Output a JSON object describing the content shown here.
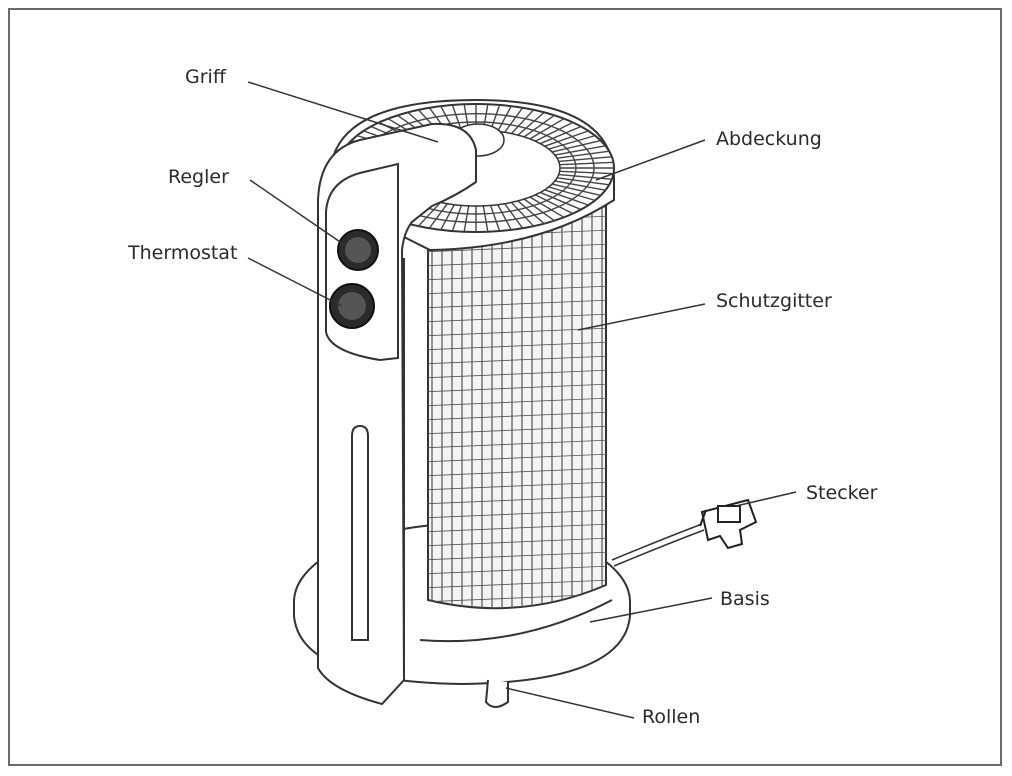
{
  "diagram": {
    "labels": {
      "griff": "Griff",
      "regler": "Regler",
      "thermostat": "Thermostat",
      "abdeckung": "Abdeckung",
      "schutzgitter": "Schutzgitter",
      "stecker": "Stecker",
      "basis": "Basis",
      "rollen": "Rollen"
    }
  }
}
